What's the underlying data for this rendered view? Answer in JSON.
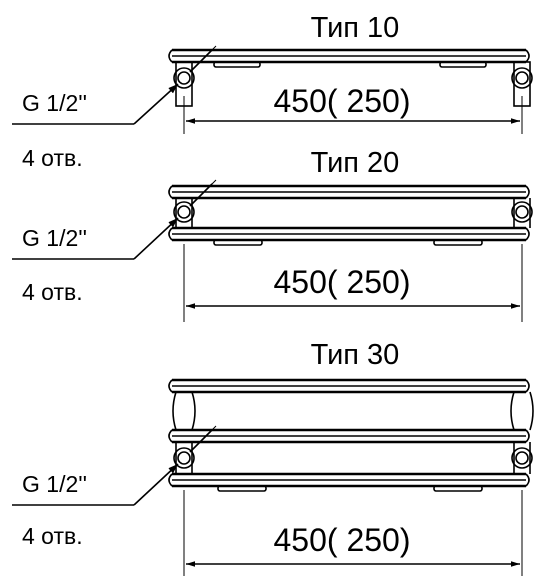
{
  "panels": [
    {
      "type_label": "Тип 10",
      "dimension": "450(  250)",
      "thread": "G 1/2''",
      "holes": "4 отв."
    },
    {
      "type_label": "Тип 20",
      "dimension": "450(  250)",
      "thread": "G 1/2''",
      "holes": "4 отв."
    },
    {
      "type_label": "Тип 30",
      "dimension": "450(  250)",
      "thread": "G 1/2''",
      "holes": "4 отв."
    }
  ]
}
